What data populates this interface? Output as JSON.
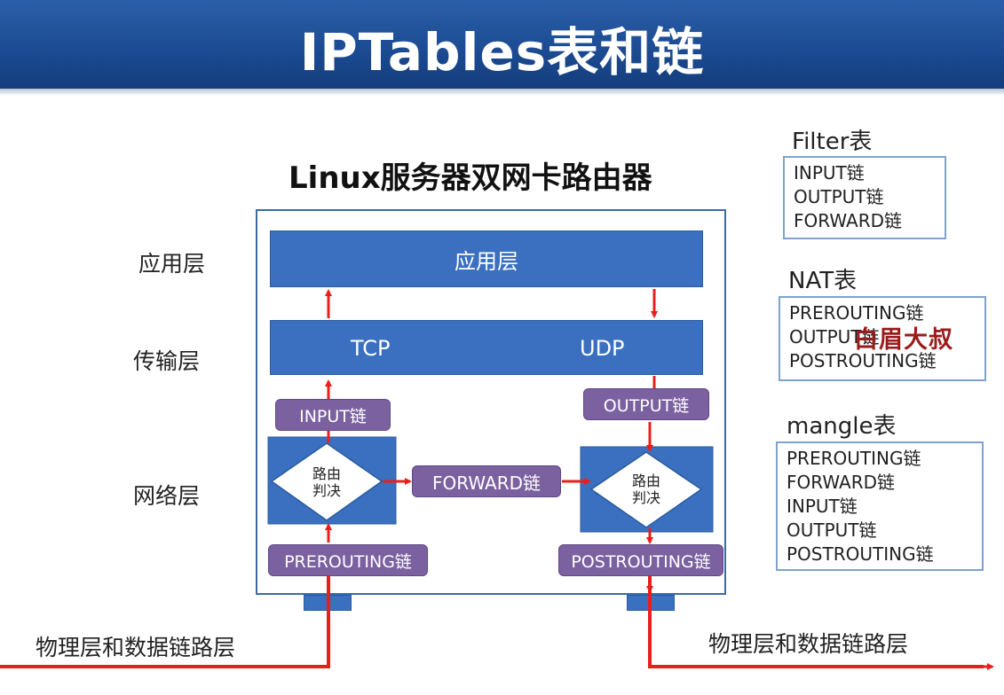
{
  "title": "IPTables表和链",
  "subtitle": "Linux服务器双网卡路由器",
  "layer_labels": {
    "application": "应用层",
    "transport": "传输层",
    "network": "网络层",
    "physical_left": "物理层和数据链路层",
    "physical_right": "物理层和数据链路层"
  },
  "router": {
    "app_layer": "应用层",
    "tcp": "TCP",
    "udp": "UDP",
    "input_chain": "INPUT链",
    "output_chain": "OUTPUT链",
    "forward_chain": "FORWARD链",
    "prerouting_chain": "PREROUTING链",
    "postrouting_chain": "POSTROUTING链",
    "routing_decision_left": [
      "路由",
      "判决"
    ],
    "routing_decision_right": [
      "路由",
      "判决"
    ]
  },
  "tables": {
    "filter": {
      "title": "Filter表",
      "chains": [
        "INPUT链",
        "OUTPUT链",
        "FORWARD链"
      ]
    },
    "nat": {
      "title": "NAT表",
      "chains": [
        "PREROUTING链",
        "OUTPUT链",
        "POSTROUTING链"
      ]
    },
    "mangle": {
      "title": "mangle表",
      "chains": [
        "PREROUTING链",
        "FORWARD链",
        "INPUT链",
        "OUTPUT链",
        "POSTROUTING链"
      ]
    }
  },
  "watermark": "白眉大叔",
  "colors": {
    "header_blue": "#1b4a91",
    "layer_blue": "#3a70bf",
    "chain_purple": "#7b61a0",
    "arrow_red": "#e8201c",
    "table_border": "#7fa2cf"
  }
}
